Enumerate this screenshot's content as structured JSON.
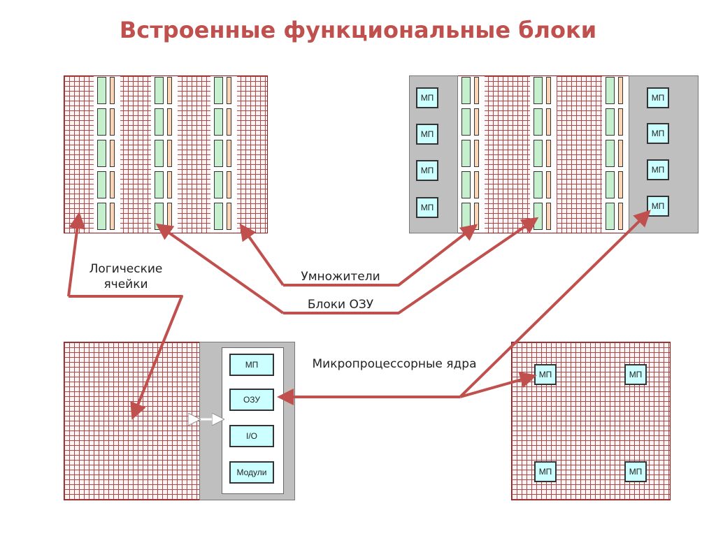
{
  "title": "Встроенные функциональные блоки",
  "labels": {
    "logic_cells": "Логические ячейки",
    "multipliers": "Умножители",
    "ram_blocks": "Блоки ОЗУ",
    "cpu_cores": "Микропроцессорные ядра"
  },
  "mp_label": "МП",
  "system_blocks": {
    "cpu": "МП",
    "ram": "ОЗУ",
    "io": "I/O",
    "modules": "Модули"
  },
  "colors": {
    "title": "#c0504d",
    "arrow": "#c0504d",
    "grid_line": "#b04848",
    "multiplier_fill": "#c6efce",
    "ram_fill": "#fcd5b4",
    "cpu_fill": "#ccffff",
    "hard_block_fill": "#bfbfbf"
  }
}
